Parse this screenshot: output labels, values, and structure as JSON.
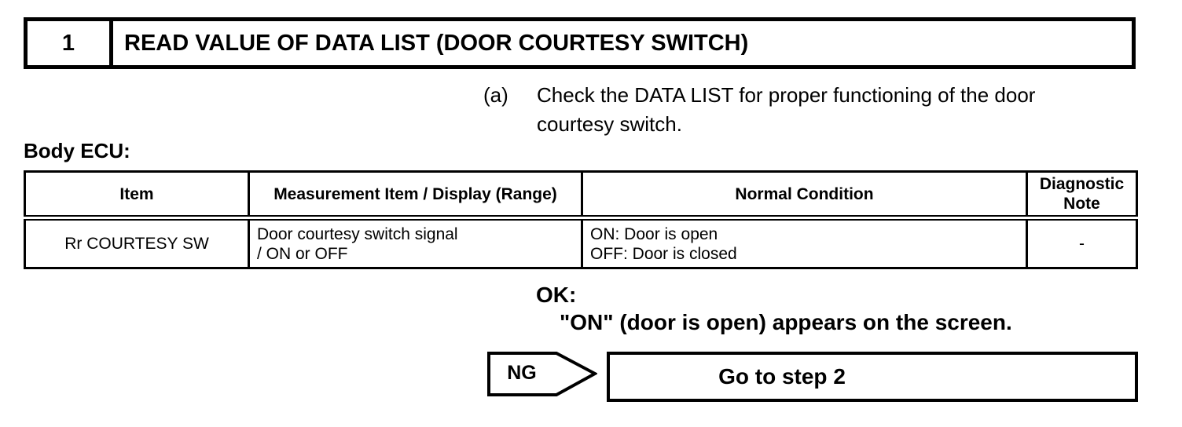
{
  "colors": {
    "ink": "#000000",
    "paper": "#ffffff"
  },
  "step": {
    "number": "1",
    "title": "READ VALUE OF DATA LIST (DOOR COURTESY SWITCH)"
  },
  "instruction": {
    "marker": "(a)",
    "lines": [
      "Check the DATA LIST for proper functioning of the door",
      "courtesy switch."
    ]
  },
  "table": {
    "caption": "Body ECU:",
    "headers": [
      "Item",
      "Measurement Item / Display (Range)",
      "Normal Condition",
      "Diagnostic Note"
    ],
    "rows": [
      {
        "item": "Rr COURTESY SW",
        "measurement": [
          "Door courtesy switch signal",
          "/ ON or OFF"
        ],
        "condition": [
          "ON: Door is open",
          "OFF: Door is closed"
        ],
        "note": "-"
      }
    ]
  },
  "result": {
    "ok_label": "OK:",
    "ok_text": "\"ON\" (door is open) appears on the screen."
  },
  "ng": {
    "label": "NG",
    "action": "Go to step 2"
  }
}
